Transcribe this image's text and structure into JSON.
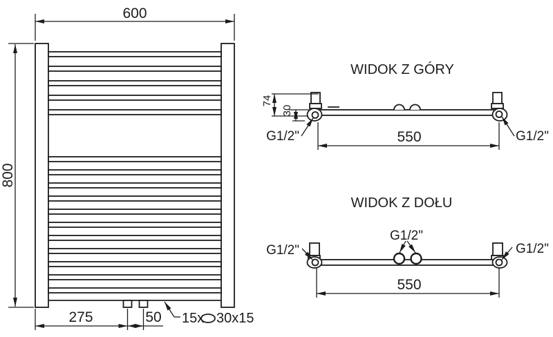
{
  "front_view": {
    "dim_width": "600",
    "dim_height": "800",
    "dim_offset": "275",
    "dim_spacing": "50",
    "tube_count_label": "15x",
    "tube_size_label": "30x15"
  },
  "top_view": {
    "title": "WIDOK Z GÓRY",
    "dim_depth": "74",
    "dim_tube": "30",
    "dim_centers": "550",
    "thread_left": "G1/2\"",
    "thread_right": "G1/2\""
  },
  "bottom_view": {
    "title": "WIDOK Z DOŁU",
    "dim_centers": "550",
    "thread_left": "G1/2\"",
    "thread_center": "G1/2\"",
    "thread_right": "G1/2\""
  },
  "colors": {
    "line": "#1c1c1c",
    "background": "#ffffff"
  }
}
